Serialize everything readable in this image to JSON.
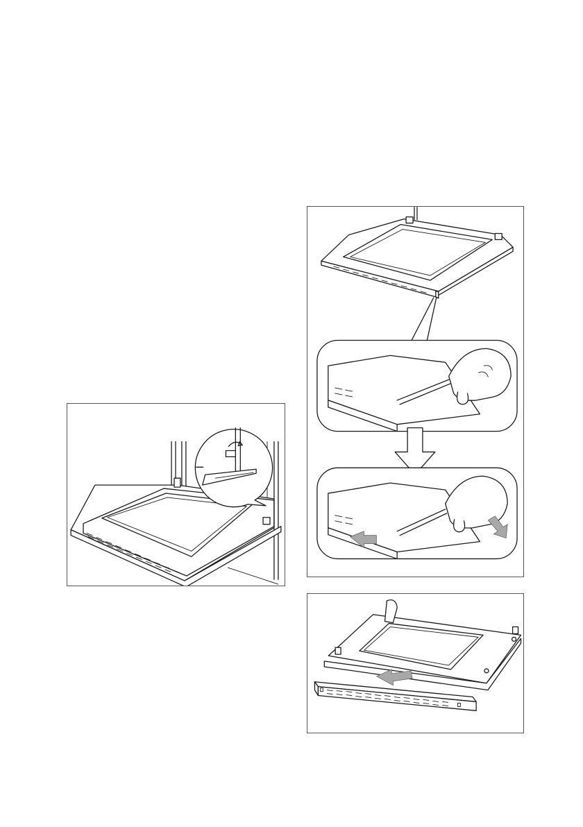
{
  "page": {
    "figures": [
      {
        "id": "door-hinge",
        "description_icons": [
          "oven-door-icon",
          "hinge-lever-icon",
          "zoom-callout-icon"
        ]
      },
      {
        "id": "door-strip",
        "description_icons": [
          "oven-door-icon",
          "hand-screwdriver-icon",
          "arrow-down-icon",
          "arrow-left-icon",
          "arrow-right-icon"
        ]
      },
      {
        "id": "vent-remove",
        "description_icons": [
          "door-frame-icon",
          "vent-strip-icon",
          "arrow-left-icon"
        ]
      }
    ],
    "colors": {
      "line": "#1a1a1a",
      "arrow_fill": "#a8a8a8",
      "background": "#ffffff"
    }
  }
}
